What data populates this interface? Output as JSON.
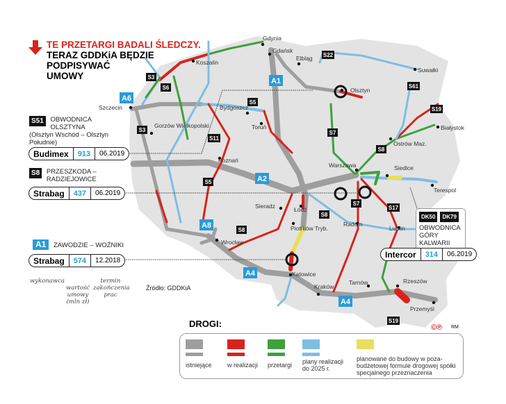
{
  "header": {
    "line1": "TE PRZETARGI BADALI ŚLEDCZY.",
    "line2": "TERAZ GDDKiA BĘDZIE",
    "line3": "PODPISYWAĆ",
    "line4": "UMOWY"
  },
  "projects": [
    {
      "road": "S51",
      "name": "OBWODNICA OLSZTYNA",
      "sub": "(Olsztyn Wschód – Olsztyn Południe)",
      "contractor": "Budimex",
      "value": "913",
      "deadline": "06.2019"
    },
    {
      "road": "S8",
      "name": "PRZESZKODA – RADZIEJOWICE",
      "contractor": "Strabag",
      "value": "437",
      "deadline": "06.2019"
    },
    {
      "road": "A1",
      "name": "ZAWODZIE – WOŹNIKI",
      "contractor": "Strabag",
      "value": "574",
      "deadline": "12.2018"
    },
    {
      "road": "DK50",
      "road2": "DK79",
      "name": "OBWODNICA GÓRY KALWARII",
      "contractor": "Intercor",
      "value": "314",
      "deadline": "06.2019"
    }
  ],
  "explain": {
    "contractor": "wykonawca",
    "value": "wartość umowy (mln zł)",
    "deadline": "termin zakończenia prac"
  },
  "source": "Źródło: GDDKiA",
  "cities": [
    "Gdynia",
    "Gdańsk",
    "Elbląg",
    "Koszalin",
    "Suwałki",
    "Olsztyn",
    "Szczecin",
    "Bydgoszcz",
    "Toruń",
    "Gorzów Wielkopolski",
    "Białystok",
    "Ostrów Maz.",
    "Warszawa",
    "Siedlce",
    "Terespol",
    "Poznań",
    "Sieradz",
    "Łódź",
    "Piotrków Tryb.",
    "Radom",
    "Lublin",
    "Wrocław",
    "Katowice",
    "Kraków",
    "Tarnów",
    "Rzeszów",
    "Przemyśl"
  ],
  "badges": [
    "A1",
    "A6",
    "S3",
    "S6",
    "S5",
    "S3",
    "S11",
    "S22",
    "S61",
    "S19",
    "S7",
    "S8",
    "A2",
    "S5",
    "S8",
    "S7",
    "S17",
    "A8",
    "S8",
    "A4",
    "A4",
    "S19"
  ],
  "legend": {
    "title": "DROGI:",
    "items": [
      {
        "label": "istniejące",
        "color": "#9e9e9e"
      },
      {
        "label": "w realizacji",
        "color": "#d8231c"
      },
      {
        "label": "przetargi",
        "color": "#3fa03c"
      },
      {
        "label": "plany realizacji do 2025 r.",
        "color": "#7fbde3"
      },
      {
        "label": "planowane do budowy w poza-budżetowej formule drogowej spółki specjalnego przeznaczenia",
        "color": "#e8df5e"
      }
    ]
  },
  "credit": "RM",
  "colors": {
    "land": "#e3e3e3",
    "existing": "#9e9e9e",
    "construction": "#d8231c",
    "tender": "#3fa03c",
    "planned": "#7fbde3",
    "special": "#e8df5e"
  }
}
